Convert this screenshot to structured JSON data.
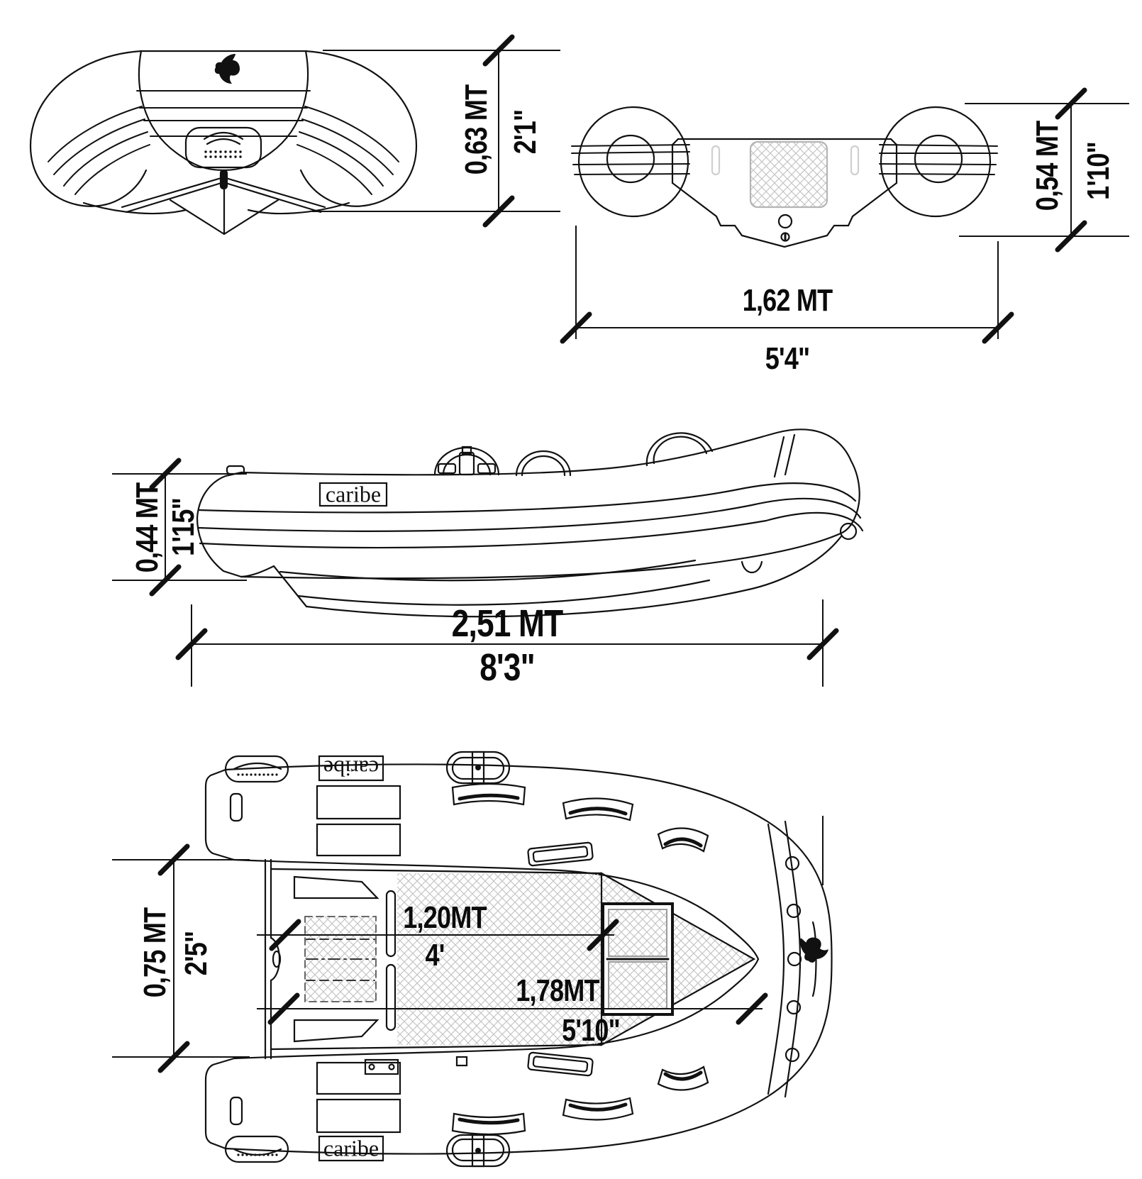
{
  "title": "caribe inflatable boat dimension drawing",
  "brand": {
    "logo": "caribe",
    "mark": "dolphin-logo"
  },
  "dimensions": {
    "tube_height_front": {
      "metric": "0,63 MT",
      "imperial": "2'1\""
    },
    "transom_height": {
      "metric": "0,54 MT",
      "imperial": "1'10\""
    },
    "beam": {
      "metric": "1,62 MT",
      "imperial": "5'4\""
    },
    "tube_height_side": {
      "metric": "0,44 MT",
      "imperial": "1'15\""
    },
    "overall_length": {
      "metric": "2,51 MT",
      "imperial": "8'3\""
    },
    "inside_beam": {
      "metric": "0,75 MT",
      "imperial": "2'5\""
    },
    "floor_length": {
      "metric": "1,20MT",
      "imperial": "4'"
    },
    "inside_length": {
      "metric": "1,78MT",
      "imperial": "5'10\""
    }
  }
}
